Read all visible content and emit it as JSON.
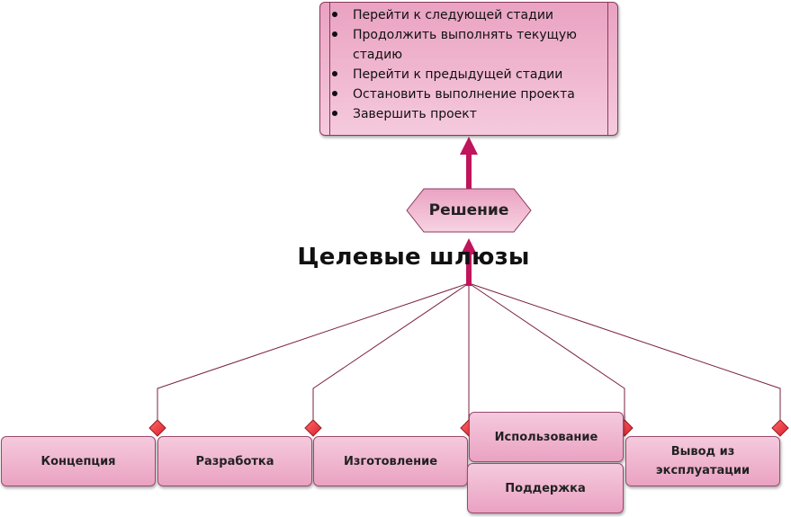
{
  "decision_options": [
    "Перейти к следующей стадии",
    "Продолжить выполнять текущую стадию",
    "Перейти к предыдущей стадии",
    "Остановить выполнение проекта",
    "Завершить проект"
  ],
  "decision_label": "Решение",
  "gates_heading": "Целевые шлюзы",
  "stages": {
    "concept": "Концепция",
    "development": "Разработка",
    "production": "Изготовление",
    "utilization": "Использование",
    "support": "Поддержка",
    "retirement": "Вывод из эксплуатации"
  },
  "colors": {
    "box_fill_top": "#eaa2c2",
    "box_fill_bottom": "#f5cadd",
    "box_border": "#8a3a5c",
    "arrow": "#c0145c",
    "connector_line": "#7a2040",
    "gate_diamond": "#e8323c"
  }
}
